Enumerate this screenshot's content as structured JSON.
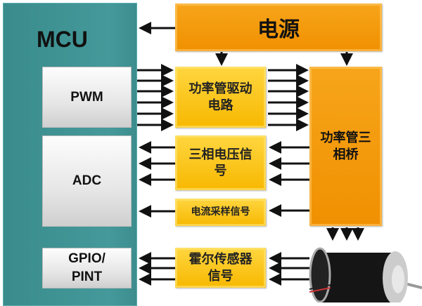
{
  "mcu": {
    "title": "MCU",
    "pwm": "PWM",
    "adc": "ADC",
    "gpio_line1": "GPIO/",
    "gpio_line2": "PINT"
  },
  "blocks": {
    "power": "电源",
    "driver_line1": "功率管驱动",
    "driver_line2": "电路",
    "bridge_line1": "功率管三",
    "bridge_line2": "相桥",
    "voltage_line1": "三相电压信",
    "voltage_line2": "号",
    "current": "电流采样信号",
    "hall_line1": "霍尔传感器",
    "hall_line2": "信号"
  },
  "colors": {
    "mcu": "#3f9292",
    "yellow": "#fcc820",
    "orange": "#f39a0a"
  }
}
